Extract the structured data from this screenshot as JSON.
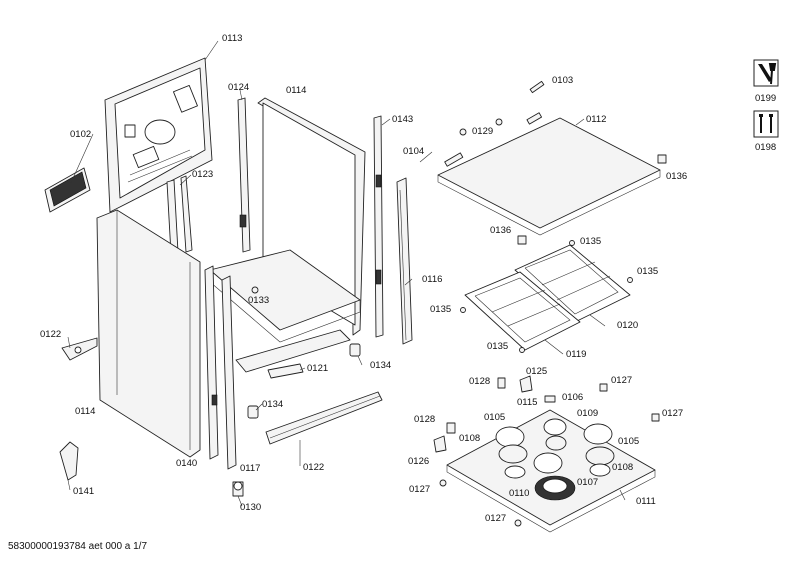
{
  "footer": "58300000193784 aet 000 a 1/7",
  "labels": {
    "l0113": "0113",
    "l0102": "0102",
    "l0124": "0124",
    "l0114a": "0114",
    "l0123": "0123",
    "l0143": "0143",
    "l0104": "0104",
    "l0103": "0103",
    "l0129": "0129",
    "l0112": "0112",
    "l0136a": "0136",
    "l0136b": "0136",
    "l0135a": "0135",
    "l0135b": "0135",
    "l0135c": "0135",
    "l0135d": "0135",
    "l0116": "0116",
    "l0120": "0120",
    "l0119": "0119",
    "l0133": "0133",
    "l0122a": "0122",
    "l0121": "0121",
    "l0134a": "0134",
    "l0134b": "0134",
    "l0114b": "0114",
    "l0140": "0140",
    "l0117": "0117",
    "l0122b": "0122",
    "l0141": "0141",
    "l0130": "0130",
    "l0128a": "0128",
    "l0125": "0125",
    "l0127a": "0127",
    "l0106": "0106",
    "l0115": "0115",
    "l0105a": "0105",
    "l0109": "0109",
    "l0127b": "0127",
    "l0128b": "0128",
    "l0108a": "0108",
    "l0105b": "0105",
    "l0126": "0126",
    "l0108b": "0108",
    "l0127c": "0127",
    "l0110": "0110",
    "l0107": "0107",
    "l0111": "0111",
    "l0127d": "0127",
    "l0199": "0199",
    "l0198": "0198"
  },
  "icons": {
    "service_icon": "wrench-screwdriver-icon",
    "screws_icon": "screws-icon"
  }
}
